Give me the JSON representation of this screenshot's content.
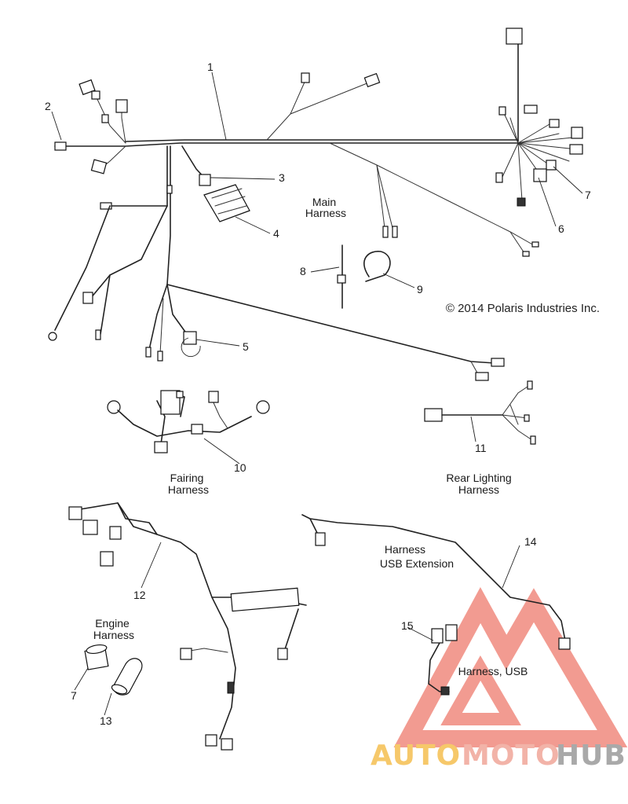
{
  "callouts": [
    "1",
    "2",
    "3",
    "4",
    "5",
    "6",
    "7",
    "8",
    "9",
    "10",
    "11",
    "12",
    "13",
    "14",
    "15",
    "7"
  ],
  "labels": {
    "main_line1": "Main",
    "main_line2": "Harness",
    "fairing_line1": "Fairing",
    "fairing_line2": "Harness",
    "rear_line1": "Rear Lighting",
    "rear_line2": "Harness",
    "engine_line1": "Engine",
    "engine_line2": "Harness",
    "usbext_line1": "Harness",
    "usbext_line2": "USB Extension",
    "usb": "Harness, USB"
  },
  "copyright": "© 2014 Polaris Industries Inc.",
  "watermark": {
    "auto": "AUTO",
    "moto": "MOTO",
    "hub": "HUB"
  },
  "colors": {
    "watermark_triangle": "#f08a7e",
    "watermark_auto": "#f6c86a",
    "watermark_hub": "#a9a9a9"
  }
}
